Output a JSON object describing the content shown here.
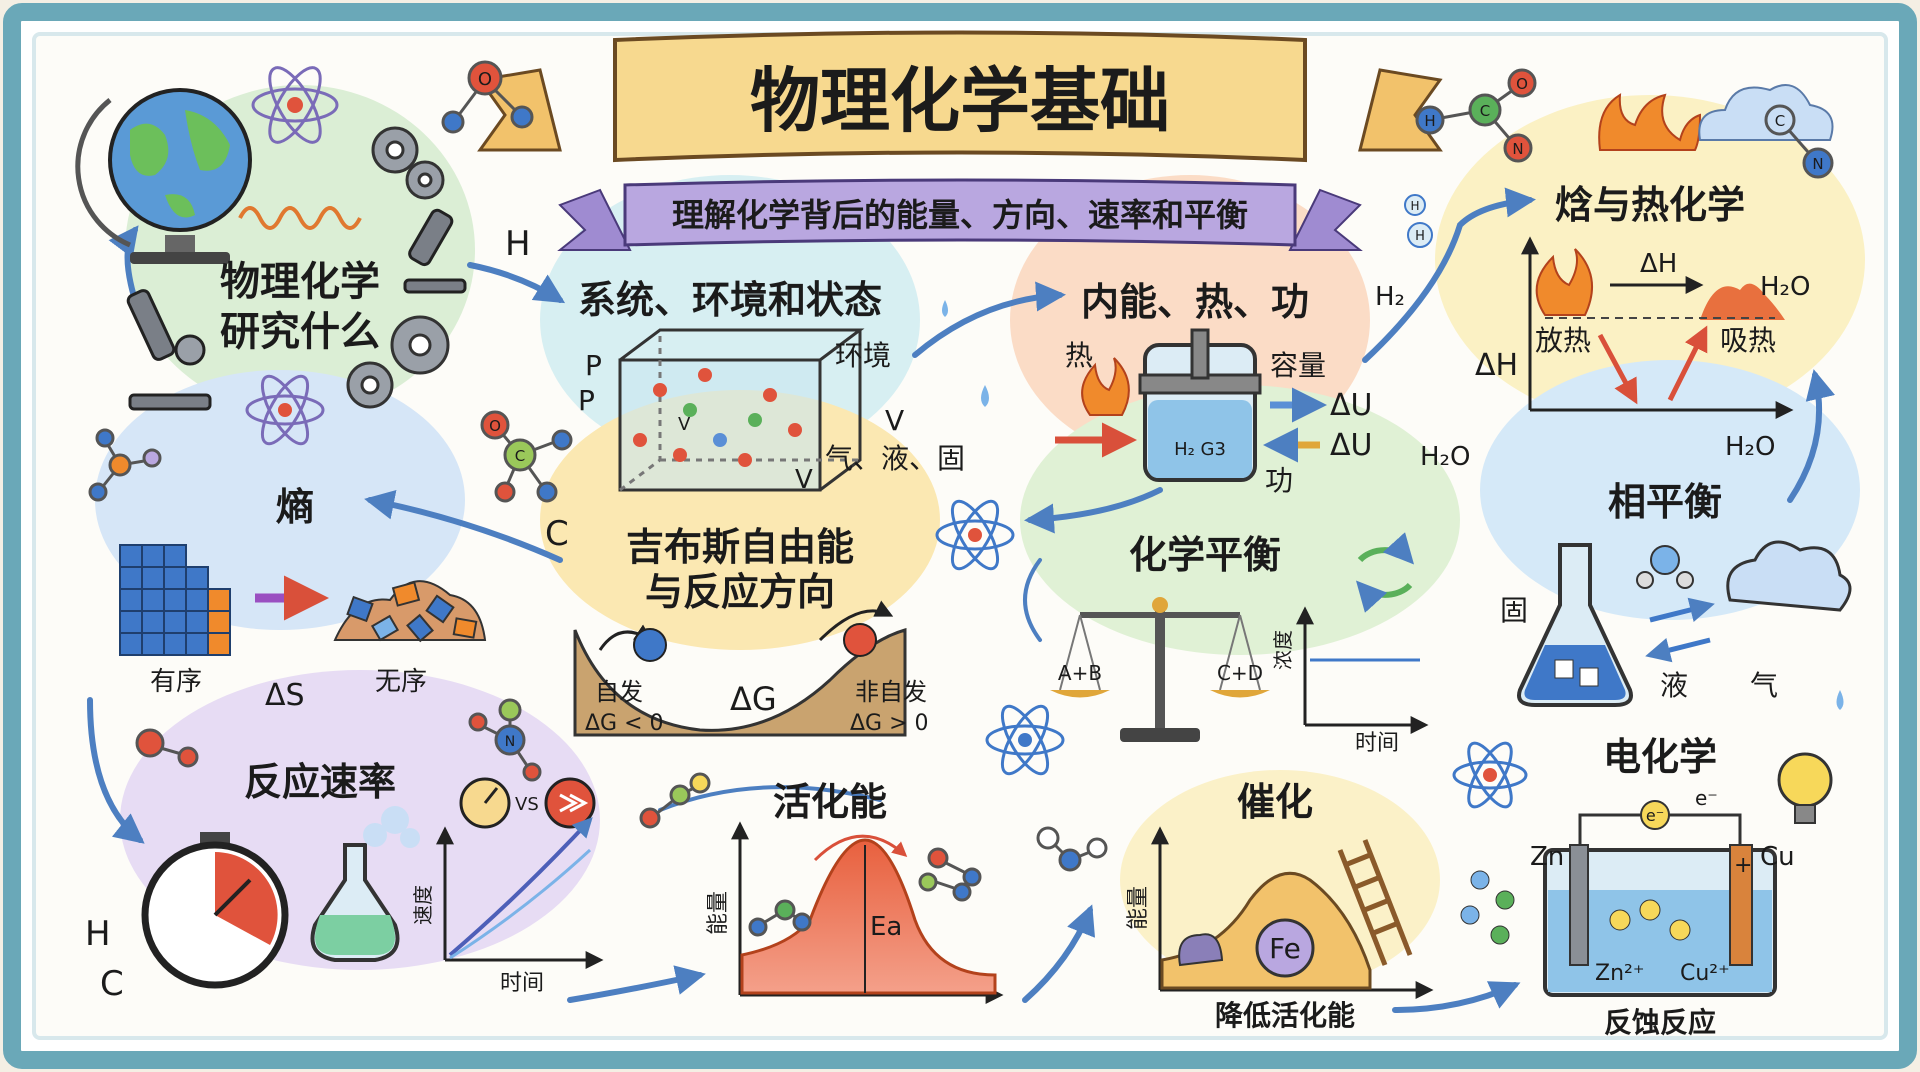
{
  "title": "物理化学基础",
  "subtitle": "理解化学背后的能量、方向、速率和平衡",
  "colors": {
    "frame": "#6aa8b8",
    "ribbon": "#f7d98f",
    "subribbon": "#b9a7e0",
    "arrow": "#4d7fc1"
  },
  "sections": {
    "intro": {
      "title_line1": "物理化学",
      "title_line2": "研究什么"
    },
    "system": {
      "title": "系统、环境和状态",
      "label_p1": "P",
      "label_p2": "P",
      "label_env": "环境",
      "label_v1": "V",
      "label_v2": "V",
      "label_inside_v": "V",
      "label_phase": "气、液、固"
    },
    "energy": {
      "title": "内能、热、功",
      "label_heat": "热",
      "label_capacity": "容量",
      "label_du1": "ΔU",
      "label_du2": "ΔU",
      "label_work": "功",
      "label_gas": "H₂ G3"
    },
    "enthalpy": {
      "title": "焓与热化学",
      "label_dh_axis": "ΔH",
      "label_dh_arrow": "ΔH",
      "label_h2o": "H₂O",
      "label_exo": "放热",
      "label_endo": "吸热"
    },
    "entropy": {
      "title": "熵",
      "label_order": "有序",
      "label_ds": "ΔS",
      "label_disorder": "无序"
    },
    "gibbs": {
      "title_line1": "吉布斯自由能",
      "title_line2": "与反应方向",
      "label_spont": "自发",
      "label_spont_cond": "ΔG < 0",
      "label_dg": "ΔG",
      "label_nonspont": "非自发",
      "label_nonspont_cond": "ΔG > 0"
    },
    "equilibrium": {
      "title": "化学平衡",
      "label_left": "A+B",
      "label_right": "C+D",
      "label_yaxis": "浓度",
      "label_xaxis": "时间"
    },
    "phase": {
      "title": "相平衡",
      "label_solid": "固",
      "label_liquid": "液",
      "label_gas": "气"
    },
    "rate": {
      "title": "反应速率",
      "label_vs": "VS",
      "label_yaxis": "速度",
      "label_xaxis": "时间"
    },
    "activation": {
      "title": "活化能",
      "label_yaxis": "能量",
      "label_ea": "Ea"
    },
    "catalysis": {
      "title": "催化",
      "label_yaxis": "能量",
      "label_fe": "Fe",
      "label_caption": "降低活化能"
    },
    "electro": {
      "title": "电化学",
      "label_zn": "Zn",
      "label_cu": "Cu",
      "label_e1": "e⁻",
      "label_e2": "e⁻",
      "label_plus": "+",
      "label_zn_ion": "Zn²⁺",
      "label_cu_ion": "Cu²⁺",
      "label_caption": "反蚀反应"
    }
  },
  "floating_labels": {
    "h_left": "H",
    "h_bottom": "H",
    "c_bottom": "C",
    "c_mid": "C",
    "h2": "H₂",
    "h2o_mid": "H₂O",
    "h2o_right": "H₂O",
    "h_small1": "H",
    "h_small2": "H"
  },
  "molecule_letters": {
    "o_top": "O",
    "h_top": "H",
    "c_top": "C",
    "o_top2": "O",
    "n_top": "N",
    "c_right": "C",
    "n_right": "N",
    "o_mid": "O",
    "c_mid": "C",
    "n_mid": "N"
  }
}
